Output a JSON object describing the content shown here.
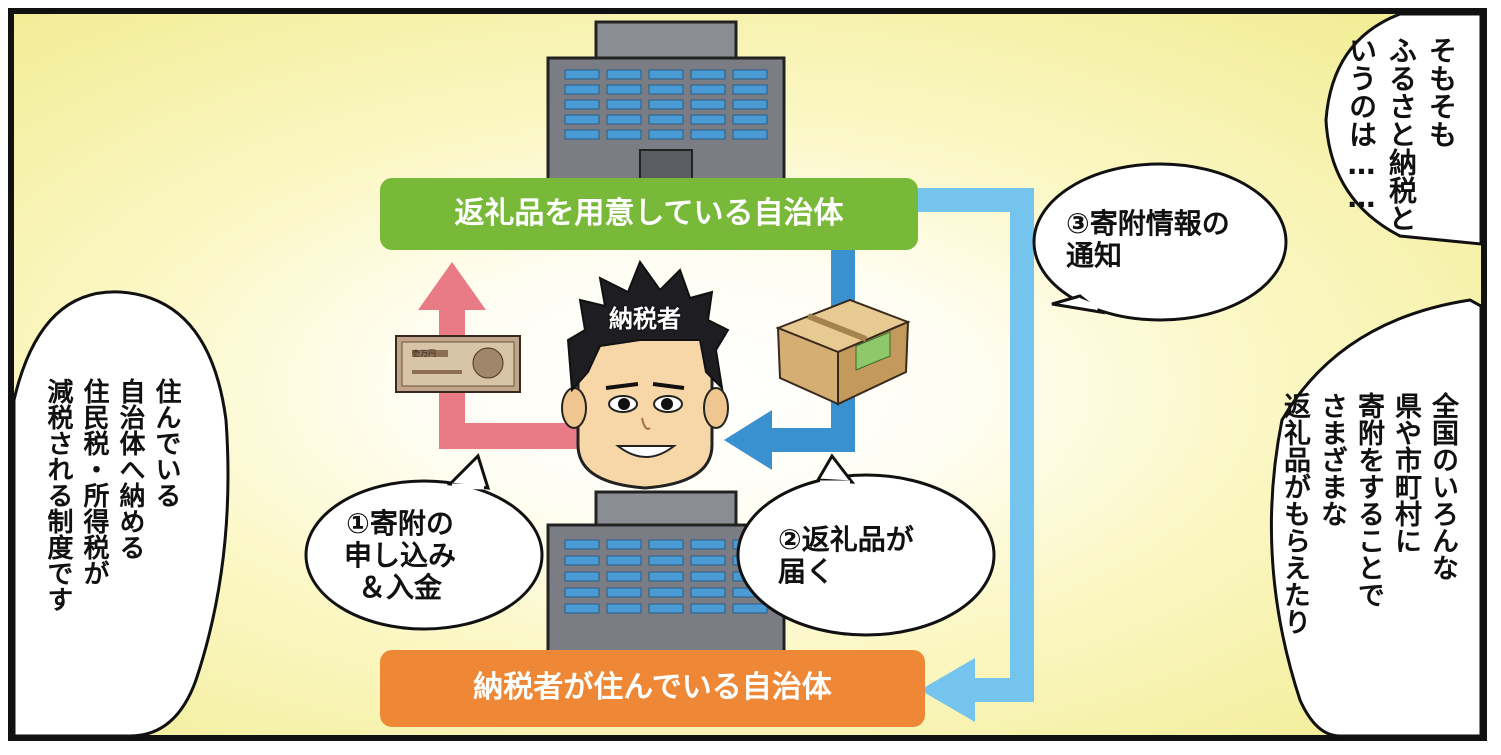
{
  "municipality_top": "返礼品を用意している自治体",
  "municipality_bottom": "納税者が住んでいる自治体",
  "taxpayer_label": "納税者",
  "bubble_step1": "①寄附の\n申し込み\n＆入金",
  "bubble_step2": "②返礼品が\n届く",
  "bubble_step3": "③寄附情報の\n通知",
  "narration_top_right": "そもそも\nふるさと納税と\nいうのは……",
  "narration_bottom_right": "全国のいろんな\n県や市町村に\n寄附をすることで\nさまざまな\n返礼品がもらえたり",
  "narration_left": "住んでいる\n自治体へ納める\n住民税・所得税が\n減税される制度です",
  "banknote_text": "壱万円",
  "colors": {
    "top_box": "#79b93a",
    "bottom_box": "#ee8836",
    "arrow_pink": "#e97b87",
    "arrow_blue_dark": "#3a91d0",
    "arrow_blue_light": "#74c4ee",
    "building": "#7a7d84",
    "window": "#4a9bd4"
  }
}
